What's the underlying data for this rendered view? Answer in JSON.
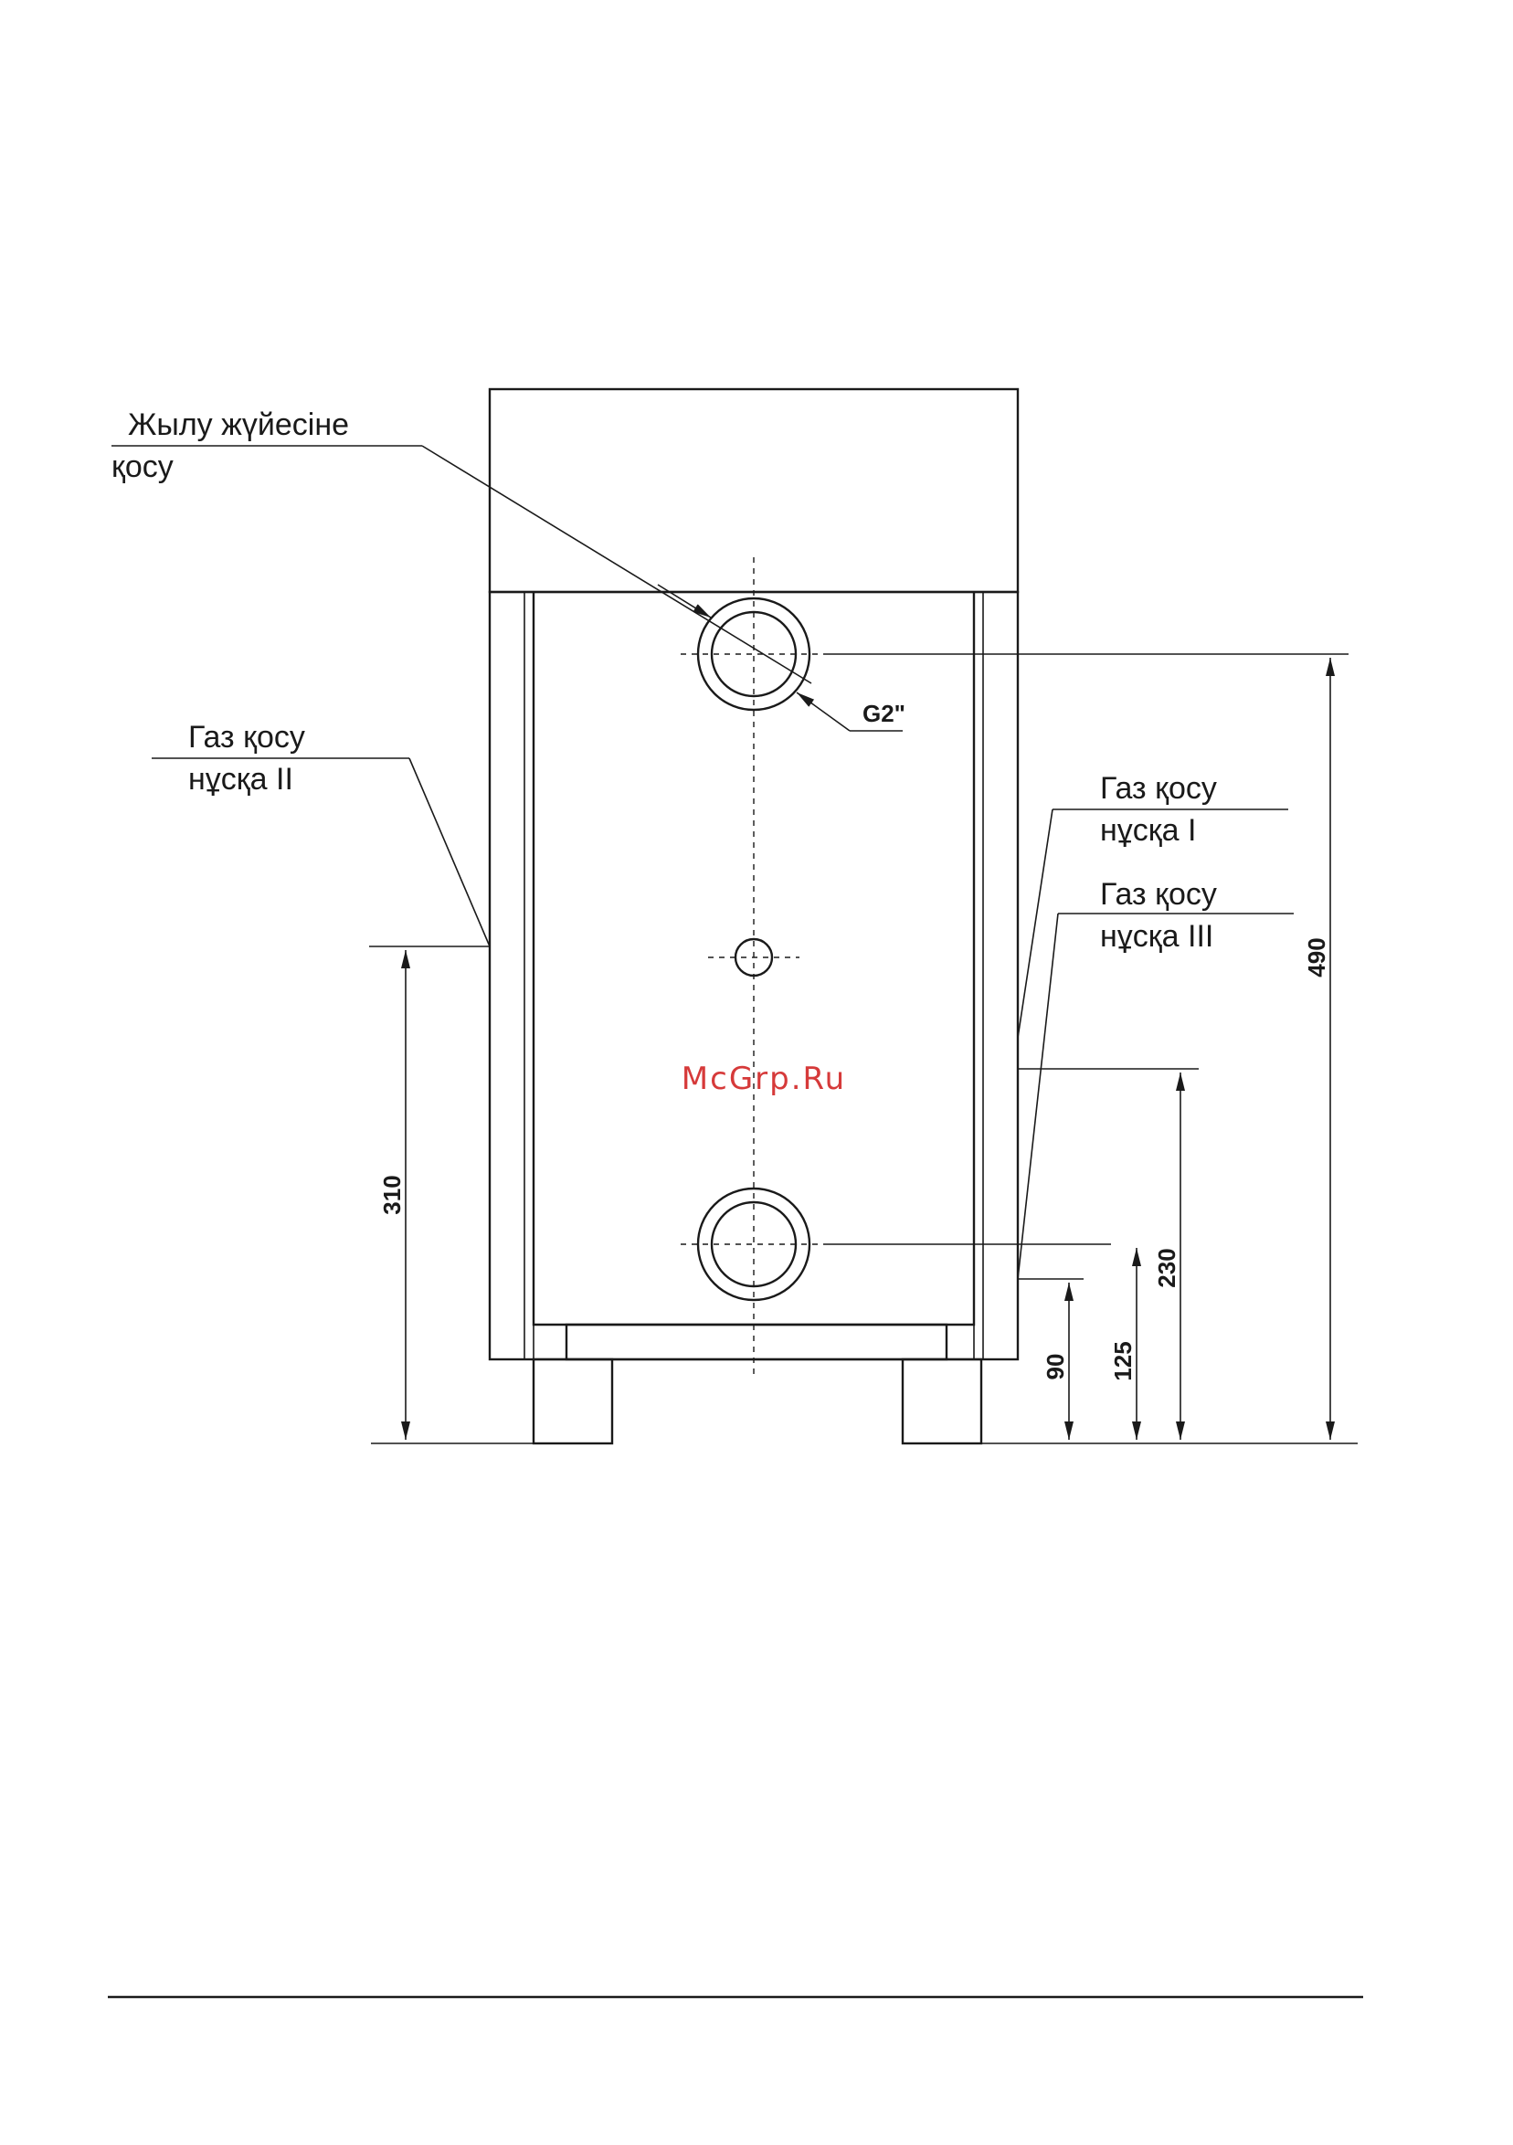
{
  "labels": {
    "heating_connection_line1": "Жылу жүйесіне",
    "heating_connection_line2": "қосу",
    "gas_option2_line1": "Газ қосу",
    "gas_option2_line2": "нұсқа II",
    "gas_option1_line1": "Газ қосу",
    "gas_option1_line2": "нұсқа I",
    "gas_option3_line1": "Газ қосу",
    "gas_option3_line2": "нұсқа III",
    "thread_size": "G2\""
  },
  "dimensions": {
    "d310": "310",
    "d490": "490",
    "d230": "230",
    "d125": "125",
    "d90": "90"
  },
  "watermark": "McGrp.Ru",
  "colors": {
    "line": "#1a1a1a",
    "watermark": "#d63a3a"
  }
}
